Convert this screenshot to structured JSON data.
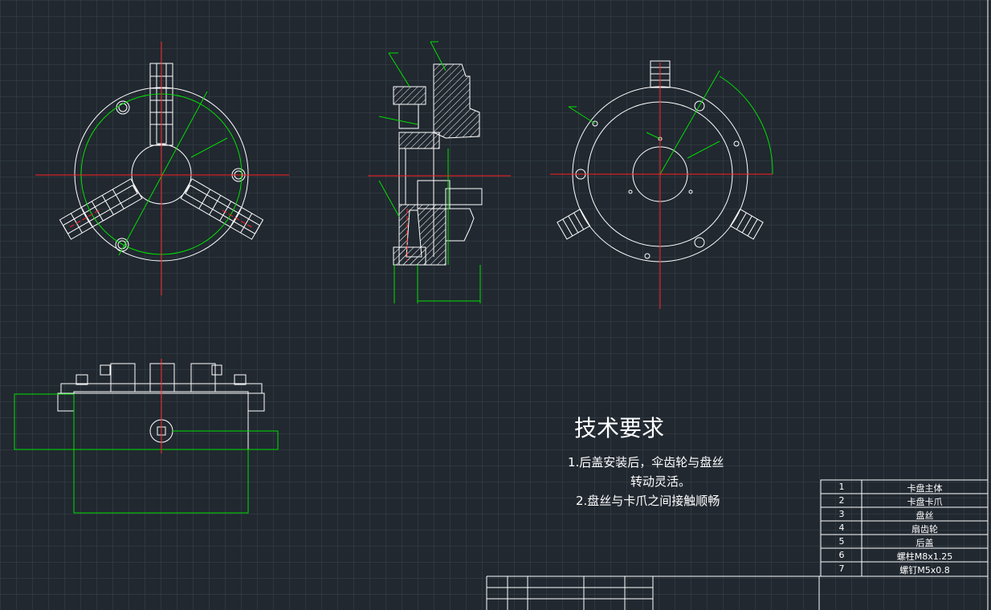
{
  "notes": {
    "title": "技术要求",
    "line1a": "1.后盖安装后，伞齿轮与盘丝",
    "line1b": "转动灵活。",
    "line2": "2.盘丝与卡爪之间接触顺畅"
  },
  "bom": [
    {
      "no": "1",
      "name": "卡盘主体"
    },
    {
      "no": "2",
      "name": "卡盘卡爪"
    },
    {
      "no": "3",
      "name": "盘丝"
    },
    {
      "no": "4",
      "name": "扇齿轮"
    },
    {
      "no": "5",
      "name": "后盖"
    },
    {
      "no": "6",
      "name": "螺柱M8x1.25"
    },
    {
      "no": "7",
      "name": "螺钉M5x0.8"
    }
  ],
  "colors": {
    "background": "#212830",
    "grid": "#3a434d",
    "outline": "#ffffff",
    "centerline": "#ff2020",
    "dimension": "#00e000"
  }
}
